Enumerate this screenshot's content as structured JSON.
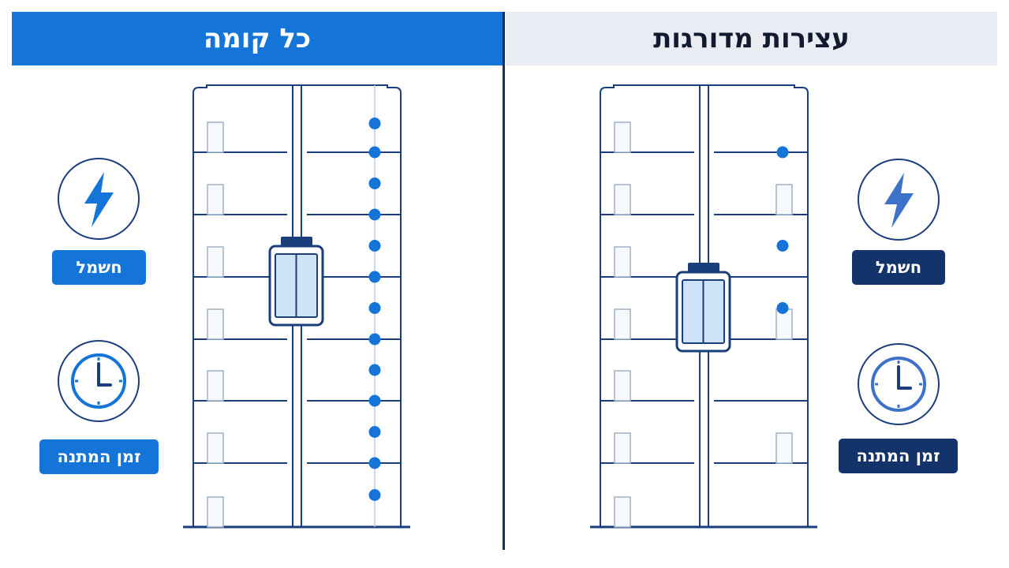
{
  "left_panel": {
    "title": "כל קומה",
    "accent": "#1474d8",
    "label_power": "חשמל",
    "label_wait": "זמן המתנה",
    "stop_floors": [
      1,
      2,
      3,
      4,
      5,
      6,
      7,
      8,
      9,
      10,
      11,
      12,
      13
    ]
  },
  "right_panel": {
    "title": "עצירות מדורגות",
    "accent": "#1a3d7c",
    "label_power": "חשמל",
    "label_wait": "זמן המתנה",
    "stop_floors": [
      2,
      5,
      7
    ]
  },
  "colors": {
    "line": "#1a3d7c",
    "dot": "#1474d8",
    "glass": "#cfe3f8"
  },
  "icons": {
    "power": "lightning-bolt-icon",
    "wait": "clock-icon"
  }
}
